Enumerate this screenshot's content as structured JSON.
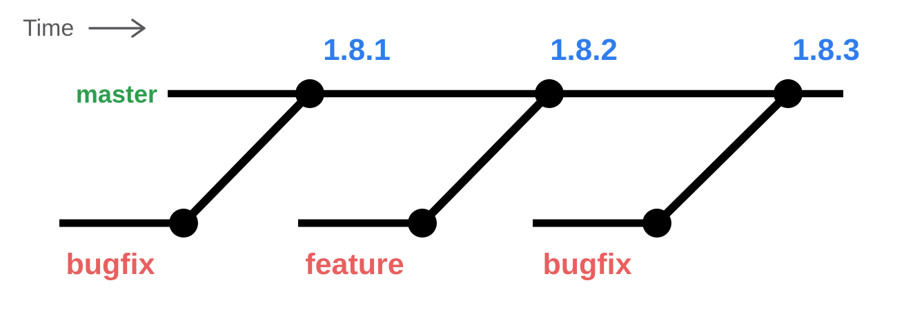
{
  "diagram": {
    "description": "Release branching diagram: branches merge into master producing tagged releases",
    "time_axis": {
      "label": "Time"
    },
    "master_branch": {
      "label": "master"
    },
    "releases": [
      {
        "version": "1.8.1"
      },
      {
        "version": "1.8.2"
      },
      {
        "version": "1.8.3"
      }
    ],
    "feature_branches": [
      {
        "label": "bugfix"
      },
      {
        "label": "feature"
      },
      {
        "label": "bugfix"
      }
    ],
    "colors": {
      "background": "#ffffff",
      "line": "#000000",
      "commit_dot": "#000000",
      "time_label": "#58595b",
      "time_arrow": "#58595b",
      "master_label": "#2e9e4f",
      "version_label": "#2f7ded",
      "branch_label": "#e95f5f"
    }
  }
}
